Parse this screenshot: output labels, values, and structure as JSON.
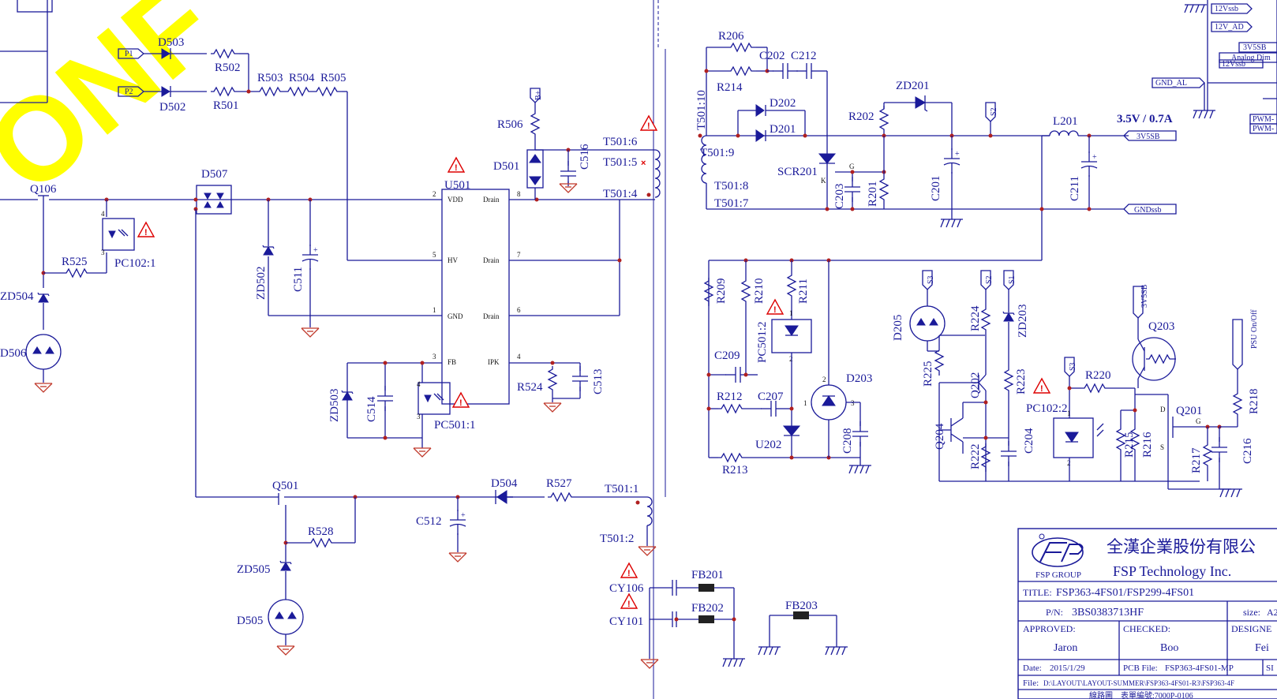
{
  "watermark": "ONF",
  "components": {
    "D503": "D503",
    "D502": "D502",
    "R502": "R502",
    "R501": "R501",
    "R503": "R503",
    "R504": "R504",
    "R505": "R505",
    "Q106": "Q106",
    "D507": "D507",
    "PC102_1": "PC102:1",
    "R525": "R525",
    "ZD504": "ZD504",
    "D506": "D506",
    "ZD502": "ZD502",
    "C511": "C511",
    "U501": "U501",
    "R506": "R506",
    "D501": "D501",
    "C516": "C516",
    "T501_6": "T501:6",
    "T501_5": "T501:5",
    "T501_4": "T501:4",
    "ZD503": "ZD503",
    "C514": "C514",
    "PC501_1": "PC501:1",
    "R524": "R524",
    "C513": "C513",
    "Q501": "Q501",
    "R528": "R528",
    "ZD505": "ZD505",
    "D505": "D505",
    "D504": "D504",
    "R527": "R527",
    "C512": "C512",
    "T501_1": "T501:1",
    "T501_2": "T501:2",
    "CY106": "CY106",
    "CY101": "CY101",
    "FB201": "FB201",
    "FB202": "FB202",
    "FB203": "FB203",
    "R206": "R206",
    "R214": "R214",
    "C202": "C202",
    "C212": "C212",
    "T501_10": "T501:10",
    "T501_9": "T501:9",
    "T501_8": "T501:8",
    "T501_7": "T501:7",
    "D202": "D202",
    "D201": "D201",
    "SCR201": "SCR201",
    "C203": "C203",
    "R202": "R202",
    "ZD201": "ZD201",
    "R201": "R201",
    "C201": "C201",
    "L201": "L201",
    "C211": "C211",
    "R209": "R209",
    "R210": "R210",
    "R211": "R211",
    "PC501_2": "PC501:2",
    "C209": "C209",
    "R212": "R212",
    "C207": "C207",
    "D203": "D203",
    "U202": "U202",
    "C208": "C208",
    "R213": "R213",
    "D205": "D205",
    "R225": "R225",
    "R224": "R224",
    "Q202": "Q202",
    "ZD203": "ZD203",
    "R223": "R223",
    "Q204": "Q204",
    "R222": "R222",
    "C204": "C204",
    "PC102_2": "PC102:2",
    "R220": "R220",
    "Q203": "Q203",
    "R215": "R215",
    "R216": "R216",
    "Q201": "Q201",
    "R217": "R217",
    "R218": "R218",
    "C216": "C216"
  },
  "ic_pins": {
    "VDD": "VDD",
    "HV": "HV",
    "GND": "GND",
    "FB": "FB",
    "Drain": "Drain",
    "IPK": "IPK",
    "p2": "2",
    "p5": "5",
    "p1": "1",
    "p3": "3",
    "p8": "8",
    "p7": "7",
    "p6": "6",
    "p4": "4"
  },
  "net_labels": {
    "P1": "P1",
    "P2": "P2",
    "Bplus": "B+",
    "S2": "S2",
    "S3": "S3",
    "S1": "S1",
    "V3V5SB": "3V5SB",
    "PSU_OnOff": "PSU On/Off",
    "V3V5SB_out": "3V5SB",
    "GNDssb": "GNDssb",
    "GND_AL": "GND_AL",
    "V12Vssb": "12Vssb",
    "V12V_AD": "12V_AD",
    "V3V5SB_r": "3V5SB",
    "AnalogDim": "Analog Dim",
    "V12Vssb2": "12Vssb",
    "PWM1": "PWM-",
    "PWM2": "PWM-",
    "out_rating": "3.5V / 0.7A",
    "K": "K",
    "G": "G",
    "D": "D",
    "S": "S",
    "Gq": "G"
  },
  "title_block": {
    "company_cn": "全漢企業股份有限公",
    "company_en": "FSP Technology Inc.",
    "logo_text": "FSP GROUP",
    "title_label": "TITLE:",
    "title": "FSP363-4FS01/FSP299-4FS01",
    "pn_label": "P/N:",
    "pn": "3BS0383713HF",
    "size_label": "size:",
    "size": "A2",
    "approved_label": "APPROVED:",
    "approved": "Jaron",
    "checked_label": "CHECKED:",
    "checked": "Boo",
    "designed_label": "DESIGNE",
    "designed": "Fei",
    "date_label": "Date:",
    "date": "2015/1/29",
    "pcb_label": "PCB File:",
    "pcb": "FSP363-4FS01-MP",
    "sheet_label": "SI",
    "file_label": "File:",
    "file": "D:\\LAYOUT\\LAYOUT-SUMMER\\FSP363-4FS01-R3\\FSP363-4F",
    "footer": "線路圖　表單編號:7000P-0106"
  }
}
